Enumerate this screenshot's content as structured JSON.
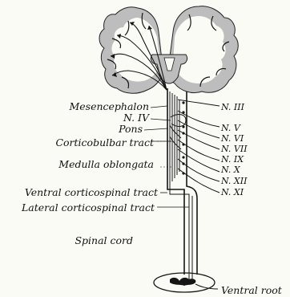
{
  "labels_left": {
    "mesencephalon": "Mesencephalon",
    "n_iv": "N. IV",
    "pons": "Pons",
    "corticobulbar": "Corticobulbar tract",
    "medulla": "Medulla oblongata",
    "ventral_cs": "Ventral corticospinal tract",
    "lateral_cs": "Lateral corticospinal tract",
    "spinal_cord": "Spinal cord"
  },
  "labels_right": {
    "n_iii": "N. III",
    "n_v": "N. V",
    "n_vi": "N. VI",
    "n_vii": "N. VII",
    "n_ix": "N. IX",
    "n_x": "N. X",
    "n_xii": "N. XII",
    "n_xi": "N. XI"
  },
  "ventral_root": "Ventral root"
}
